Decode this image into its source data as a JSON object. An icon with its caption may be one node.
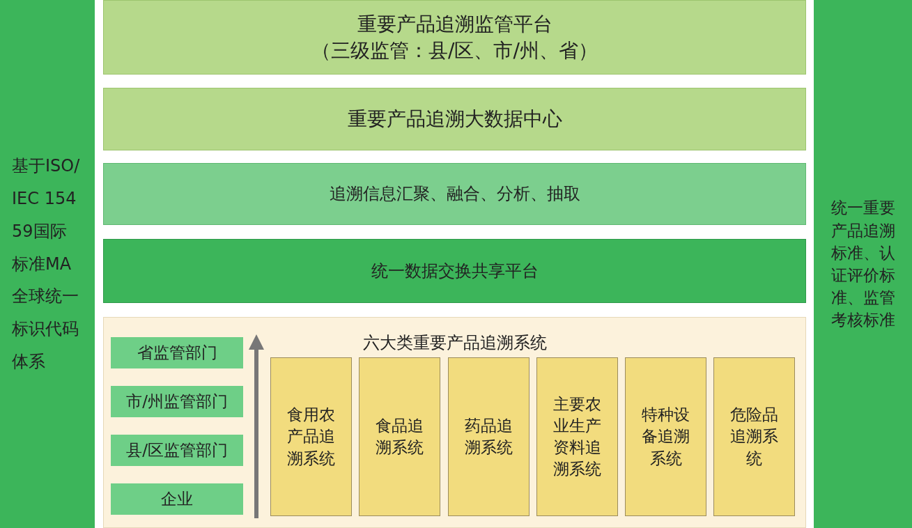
{
  "diagram": {
    "nodes": [
      {
        "text": [
          "基于ISO/IEC 15459国际标准MA全球统一标识代码体系"
        ]
      },
      {
        "text": [
          "统一重要产品追溯标准、认证评价标准、监管考核标准"
        ]
      },
      {
        "text": [
          "重要产品追溯监管平台",
          "（三级监管：县/区、市/州、省）"
        ]
      },
      {
        "text": [
          "重要产品追溯大数据中心"
        ]
      },
      {
        "text": [
          "追溯信息汇聚、融合、分析、抽取"
        ]
      },
      {
        "text": [
          "统一数据交换共享平台"
        ]
      },
      {
        "text": [
          "六大类重要产品追溯系统"
        ]
      },
      {
        "text": [
          "省监管部门"
        ],
        "in": 6
      },
      {
        "text": [
          "市/州监管部门"
        ],
        "in": 6
      },
      {
        "text": [
          "县/区监管部门"
        ],
        "in": 6
      },
      {
        "text": [
          "企业"
        ],
        "in": 6
      },
      {
        "text": [
          "食用农产品追溯系统"
        ],
        "in": 6
      },
      {
        "text": [
          "食品追溯系统"
        ],
        "in": 6
      },
      {
        "text": [
          "药品追溯系统"
        ],
        "in": 6
      },
      {
        "text": [
          "主要农业生产资料追溯系统"
        ],
        "in": 6
      },
      {
        "text": [
          "特种设备追溯系统"
        ],
        "in": 6
      },
      {
        "text": [
          "危险品追溯系统"
        ],
        "in": 6
      }
    ]
  }
}
